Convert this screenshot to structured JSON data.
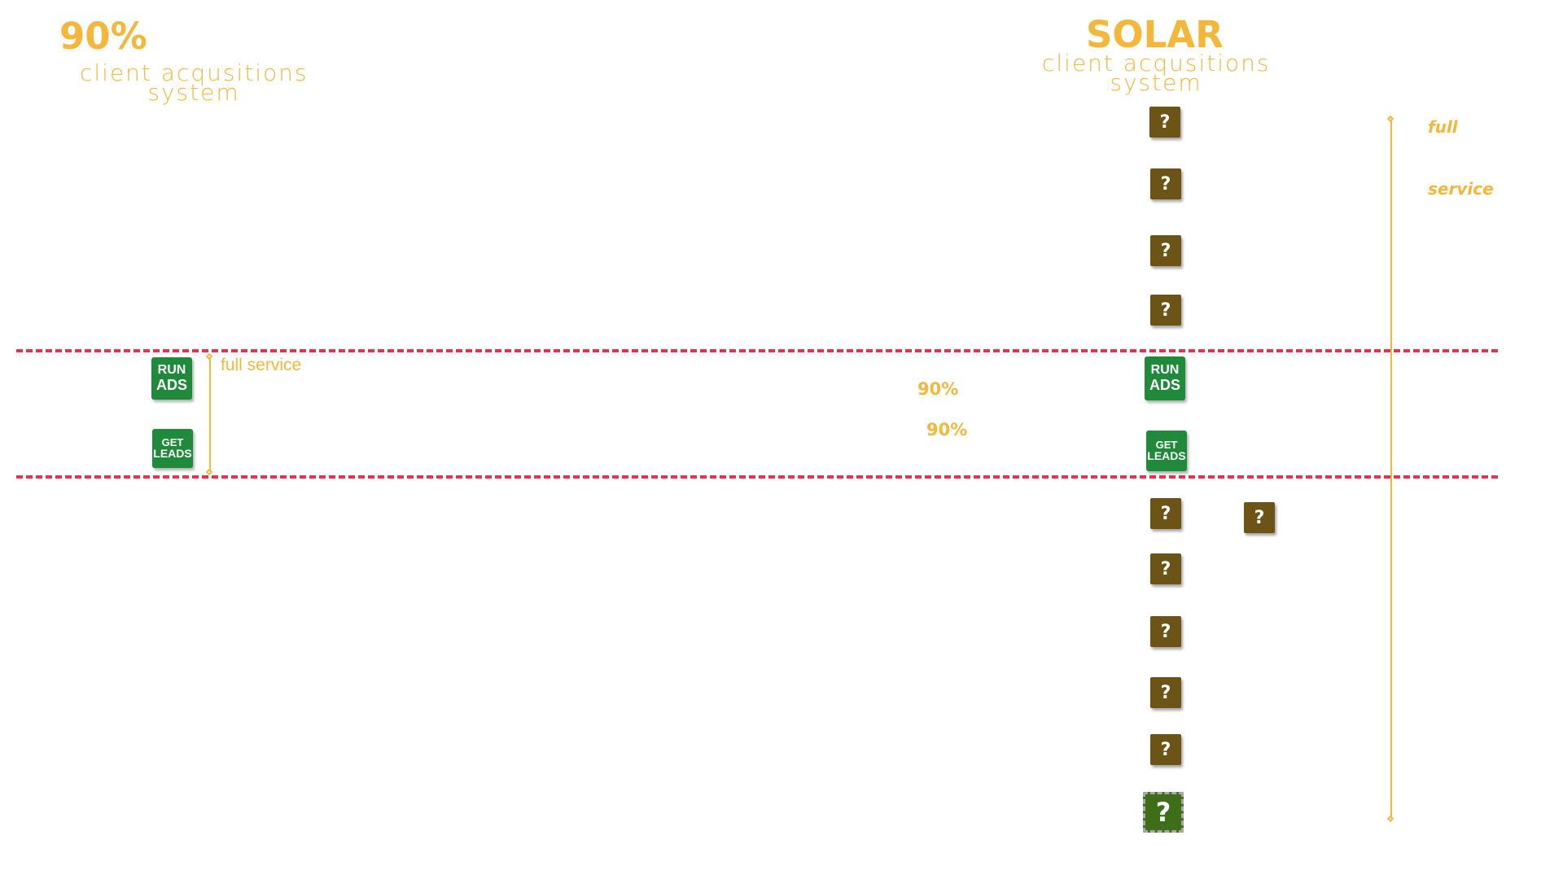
{
  "left": {
    "headline": "90%",
    "subtitle_line1": "client acqusitions",
    "subtitle_line2": "system",
    "full_service": "full service",
    "run_ads": {
      "line1": "RUN",
      "line2": "ADS"
    },
    "get_leads": {
      "line1": "GET",
      "line2": "LEADS"
    }
  },
  "middle": {
    "pct_1": "90%",
    "pct_2": "90%"
  },
  "right": {
    "headline": "SOLAR",
    "subtitle_line1": "client acqusitions",
    "subtitle_line2": "system",
    "full_service": "full\n\nservice",
    "run_ads": {
      "line1": "RUN",
      "line2": "ADS"
    },
    "get_leads": {
      "line1": "GET",
      "line2": "LEADS"
    },
    "question_mark": "?"
  },
  "colors": {
    "accent": "#f4b73a",
    "dashed_line": "#e3334f",
    "step_unknown": "#6b5416",
    "step_known": "#1f8a3a",
    "step_final": "#3f6e18"
  }
}
